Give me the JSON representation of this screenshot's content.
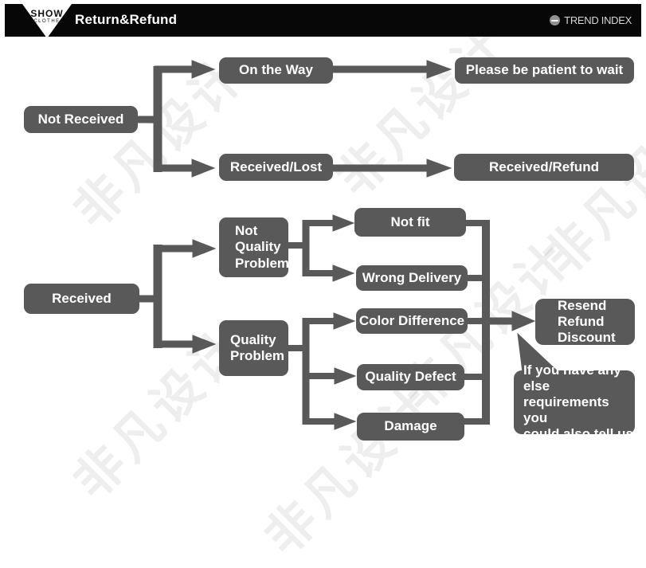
{
  "header": {
    "logo_top": "SHOW",
    "logo_bottom": "CLOTHE",
    "title": "Return&Refund",
    "trend_index": "TREND INDEX"
  },
  "watermark": "非凡设计",
  "colors": {
    "node_gray": "#595959",
    "header_black": "#070707",
    "node_text": "#ffffff"
  },
  "diagram": {
    "nodes": {
      "not_received": "Not Received",
      "on_the_way": "On the Way",
      "please_wait": "Please be patient to wait",
      "received_lost": "Received/Lost",
      "received_refund": "Received/Refund",
      "received": "Received",
      "not_quality_problem": "Not\nQuality\nProblem",
      "quality_problem": "Quality\nProblem",
      "not_fit": "Not fit",
      "wrong_delivery": "Wrong Delivery",
      "color_difference": "Color Difference",
      "quality_defect": "Quality Defect",
      "damage": "Damage",
      "outcome": "Resend\nRefund\nDiscount",
      "note": "If you have any else\nrequirements you\ncould also tell us"
    },
    "edges": [
      [
        "Not Received",
        "On the Way"
      ],
      [
        "Not Received",
        "Received/Lost"
      ],
      [
        "On the Way",
        "Please be patient to wait"
      ],
      [
        "Received/Lost",
        "Received/Refund"
      ],
      [
        "Received",
        "Not Quality Problem"
      ],
      [
        "Received",
        "Quality Problem"
      ],
      [
        "Not Quality Problem",
        "Not fit"
      ],
      [
        "Not Quality Problem",
        "Wrong Delivery"
      ],
      [
        "Quality Problem",
        "Color Difference"
      ],
      [
        "Quality Problem",
        "Quality Defect"
      ],
      [
        "Quality Problem",
        "Damage"
      ],
      [
        "Not fit",
        "Resend Refund Discount"
      ],
      [
        "Wrong Delivery",
        "Resend Refund Discount"
      ],
      [
        "Color Difference",
        "Resend Refund Discount"
      ],
      [
        "Quality Defect",
        "Resend Refund Discount"
      ],
      [
        "Damage",
        "Resend Refund Discount"
      ]
    ]
  }
}
